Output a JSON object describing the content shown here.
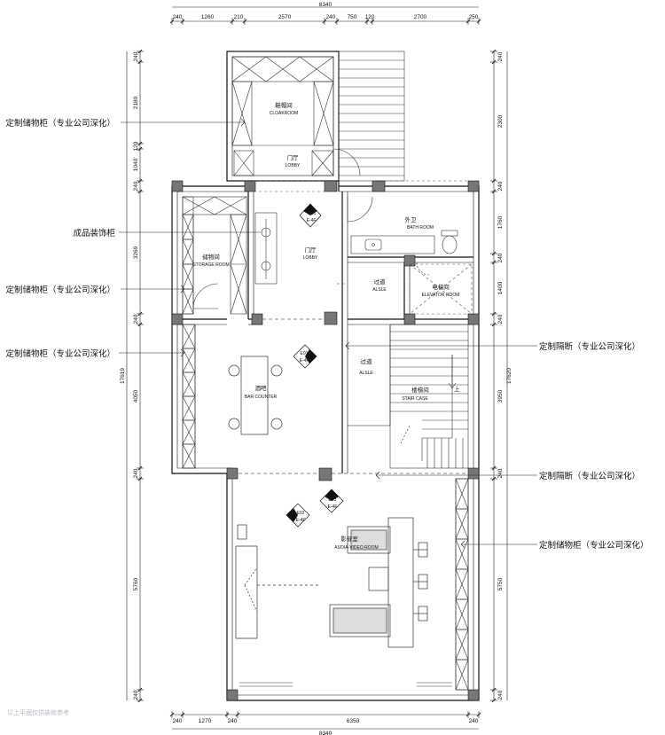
{
  "dimensions": {
    "top_total": "8340",
    "top_segments": [
      "240",
      "1260",
      "210",
      "2570",
      "240",
      "750",
      "120",
      "2700",
      "250"
    ],
    "bottom_total": "8340",
    "bottom_segments": [
      "240",
      "1270",
      "240",
      "6350",
      "240"
    ],
    "left_total": "17619",
    "left_segments": [
      "240",
      "2180",
      "120",
      "1040",
      "240",
      "3269",
      "240",
      "4050",
      "240",
      "5760",
      "240"
    ],
    "right_total": "17620",
    "right_segments": [
      "240",
      "2300",
      "240",
      "1760",
      "240",
      "1400",
      "240",
      "3950",
      "240",
      "5750",
      "240"
    ]
  },
  "rooms": {
    "cloakroom": {
      "zh": "鞋帽间",
      "en": "CLOAKROOM"
    },
    "lobby_upper": {
      "zh": "门厅",
      "en": "LOBBY"
    },
    "lobby_main": {
      "zh": "门厅",
      "en": "LOBBY"
    },
    "storage": {
      "zh": "储物间",
      "en": "STORAGE ROOM"
    },
    "bath": {
      "zh": "外卫",
      "en": "BATH ROOM"
    },
    "aisle_upper": {
      "zh": "过道",
      "en": "ALSLE"
    },
    "elevator": {
      "zh": "电梯间",
      "en": "ELEVATOR ROOM"
    },
    "aisle_lower": {
      "zh": "过道",
      "en": "ALSLE"
    },
    "bar": {
      "zh": "酒吧",
      "en": "BAR COUNTER"
    },
    "stair": {
      "zh": "楼梯间",
      "en": "STAIR CASE"
    },
    "av_room": {
      "zh": "影音室",
      "en": "AUDIA-VIDEO ROOM"
    }
  },
  "elevation_tags": [
    {
      "code": "E01",
      "ref": "E-4F"
    },
    {
      "code": "E01",
      "ref": "E-4F"
    },
    {
      "code": "E02",
      "ref": "E-4F"
    },
    {
      "code": "E03",
      "ref": "E-4F"
    }
  ],
  "stair_up_label": "上",
  "annotations": {
    "left_1": "定制储物柜（专业公司深化）",
    "left_2": "成品装饰柜",
    "left_3": "定制储物柜（专业公司深化）",
    "left_4": "定制储物柜（专业公司深化）",
    "right_1": "定制隔断（专业公司深化）",
    "right_2": "定制隔断（专业公司深化）",
    "right_3": "定制储物柜（专业公司深化）"
  },
  "watermark": "以上平面仅供装修参考"
}
